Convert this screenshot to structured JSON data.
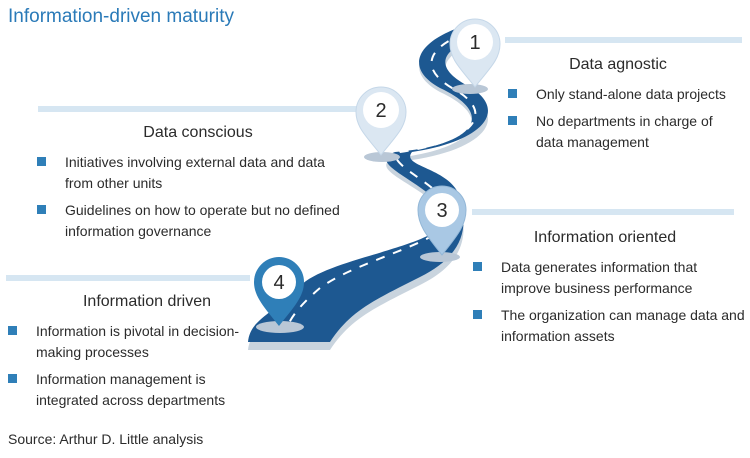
{
  "title": "Information-driven maturity",
  "source": "Source: Arthur D. Little analysis",
  "colors": {
    "road": "#1d5891",
    "road_shadow": "#c9d4de",
    "accent": "#2f7fb8",
    "title": "#2a7ab8",
    "bar": "#d6e6f2"
  },
  "stages": [
    {
      "number": "1",
      "title": "Data agnostic",
      "bullets": [
        "Only stand-alone data projects",
        "No departments in charge of data management"
      ]
    },
    {
      "number": "2",
      "title": "Data conscious",
      "bullets": [
        "Initiatives involving external data and data from other units",
        "Guidelines on how to operate but no defined information governance"
      ]
    },
    {
      "number": "3",
      "title": "Information oriented",
      "bullets": [
        "Data generates information that improve business performance",
        "The organization can manage data and information assets"
      ]
    },
    {
      "number": "4",
      "title": "Information driven",
      "bullets": [
        "Information is pivotal in decision-making processes",
        "Information management is integrated across departments"
      ]
    }
  ]
}
